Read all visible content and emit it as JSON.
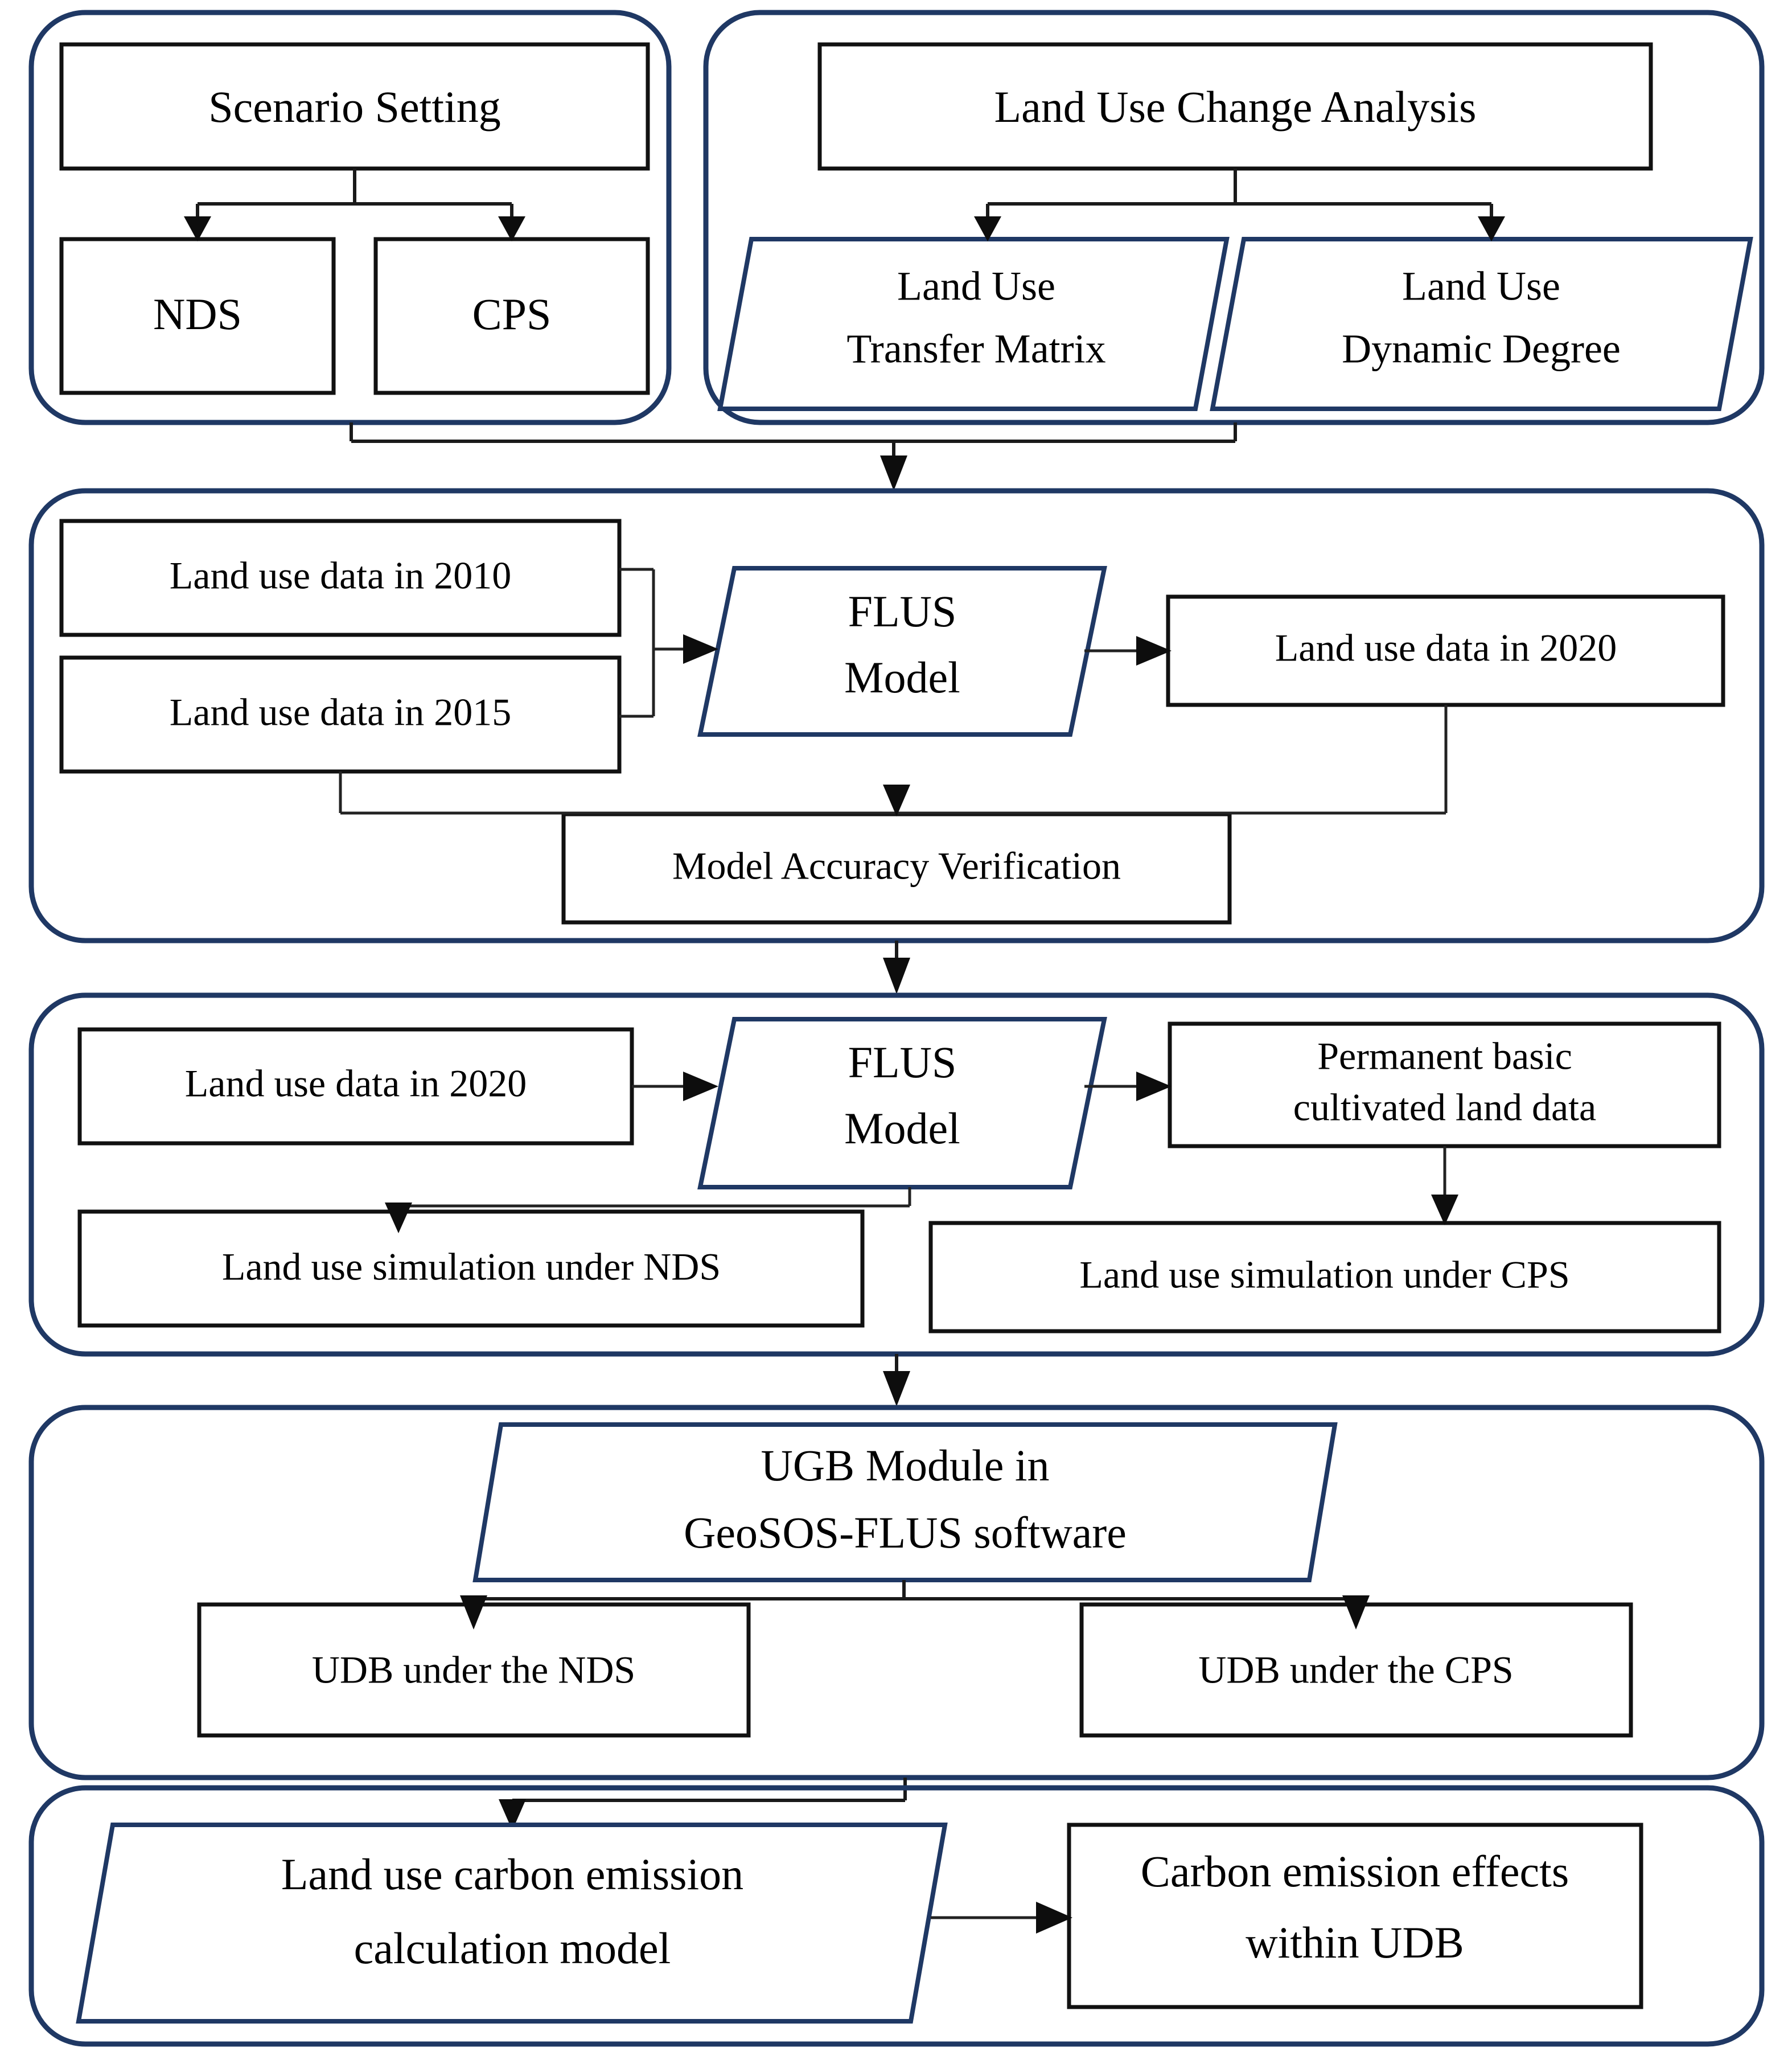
{
  "diagram": {
    "title": "Research framework flowchart for land use simulation and carbon emission effects within UDB",
    "accent_color": "#1F3864",
    "box_border_color": "#111111",
    "background_color": "#FFFFFF"
  },
  "panels": [
    {
      "id": "panel-scenario-setting",
      "nodes": {
        "header": "Scenario Setting",
        "left": "NDS",
        "right": "CPS"
      }
    },
    {
      "id": "panel-land-use-change-analysis",
      "nodes": {
        "header": "Land Use Change Analysis",
        "left_line1": "Land Use",
        "left_line2": "Transfer Matrix",
        "right_line1": "Land Use",
        "right_line2": "Dynamic Degree"
      }
    },
    {
      "id": "panel-model-calibration",
      "nodes": {
        "data_2010": "Land use data in 2010",
        "data_2015": "Land use data in 2015",
        "flus_line1": "FLUS",
        "flus_line2": "Model",
        "data_2020": "Land use data in 2020",
        "verification": "Model Accuracy Verification"
      }
    },
    {
      "id": "panel-simulation",
      "nodes": {
        "data_2020": "Land use data in 2020",
        "flus_line1": "FLUS",
        "flus_line2": "Model",
        "cultivated_line1": "Permanent basic",
        "cultivated_line2": "cultivated land data",
        "sim_nds": "Land use simulation under  NDS",
        "sim_cps": "Land use simulation under  CPS"
      }
    },
    {
      "id": "panel-ugb",
      "nodes": {
        "ugb_line1": "UGB  Module in",
        "ugb_line2": "GeoSOS-FLUS software",
        "udb_nds": "UDB under the NDS",
        "udb_cps": "UDB under the CPS"
      }
    },
    {
      "id": "panel-carbon",
      "nodes": {
        "model_line1": "Land use carbon emission",
        "model_line2": "calculation model",
        "effects_line1": "Carbon emission effects",
        "effects_line2": "within UDB"
      }
    }
  ]
}
